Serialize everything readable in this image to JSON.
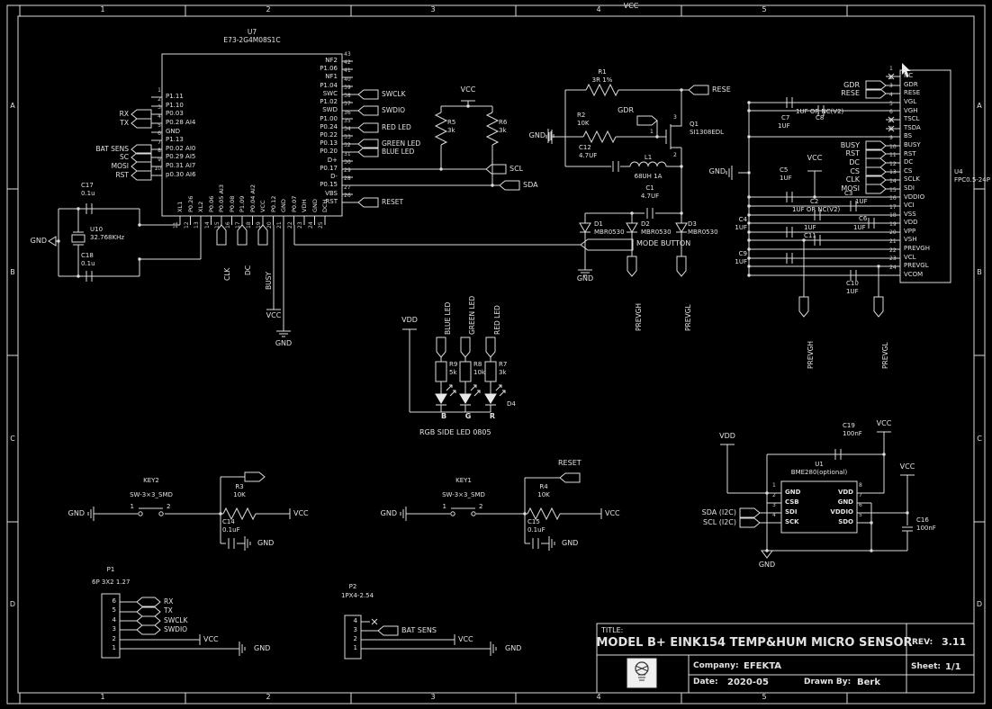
{
  "border": {
    "columns": [
      "1",
      "2",
      "3",
      "4",
      "5"
    ],
    "rows": [
      "A",
      "B",
      "C",
      "D"
    ],
    "top_power": "VCC"
  },
  "mcu": {
    "refdes": "U7",
    "value": "E73-2G4M08S1C",
    "left_pins": [
      {
        "num": "1",
        "name": "P1.11",
        "flag": ""
      },
      {
        "num": "2",
        "name": "P1.10",
        "flag": ""
      },
      {
        "num": "3",
        "name": "P0.03",
        "flag": "RX"
      },
      {
        "num": "4",
        "name": "P0.28 AI4",
        "flag": "TX"
      },
      {
        "num": "5",
        "name": "GND",
        "flag": ""
      },
      {
        "num": "6",
        "name": "P1.13",
        "flag": ""
      },
      {
        "num": "7",
        "name": "P0.02 AI0",
        "flag": "BAT SENS"
      },
      {
        "num": "8",
        "name": "P0.29 AI5",
        "flag": "SC"
      },
      {
        "num": "9",
        "name": "P0.31 AI7",
        "flag": "MOSI"
      },
      {
        "num": "10",
        "name": "p0.30 AI6",
        "flag": "RST"
      }
    ],
    "right_pins": [
      {
        "num": "43",
        "name": "NF2",
        "flag": ""
      },
      {
        "num": "42",
        "name": "P1.06",
        "flag": ""
      },
      {
        "num": "41",
        "name": "NF1",
        "flag": ""
      },
      {
        "num": "40",
        "name": "P1.04",
        "flag": ""
      },
      {
        "num": "39",
        "name": "SWC",
        "flag": "SWCLK"
      },
      {
        "num": "38",
        "name": "P1.02",
        "flag": ""
      },
      {
        "num": "37",
        "name": "SWD",
        "flag": "SWDIO"
      },
      {
        "num": "36",
        "name": "P1.00",
        "flag": ""
      },
      {
        "num": "35",
        "name": "P0.24",
        "flag": "RED LED"
      },
      {
        "num": "34",
        "name": "P0.22",
        "flag": ""
      },
      {
        "num": "33",
        "name": "P0.13",
        "flag": "GREEN LED"
      },
      {
        "num": "32",
        "name": "P0.20",
        "flag": "BLUE LED"
      },
      {
        "num": "31",
        "name": "D+",
        "flag": ""
      },
      {
        "num": "30",
        "name": "P0.17",
        "flag": ""
      },
      {
        "num": "29",
        "name": "D-",
        "flag": ""
      },
      {
        "num": "28",
        "name": "P0.15",
        "flag": ""
      },
      {
        "num": "27",
        "name": "VBS",
        "flag": ""
      },
      {
        "num": "26",
        "name": "RST",
        "flag": "RESET"
      }
    ],
    "bottom_pins": [
      {
        "num": "11",
        "name": "XL1"
      },
      {
        "num": "12",
        "name": "P0.26"
      },
      {
        "num": "13",
        "name": "XL2"
      },
      {
        "num": "14",
        "name": "P0.06"
      },
      {
        "num": "15",
        "name": "P0.05 AI3"
      },
      {
        "num": "16",
        "name": "P0.08"
      },
      {
        "num": "17",
        "name": "P1.09"
      },
      {
        "num": "18",
        "name": "P0.04 AI2"
      },
      {
        "num": "19",
        "name": "VCC"
      },
      {
        "num": "20",
        "name": "P0.12"
      },
      {
        "num": "21",
        "name": "GND"
      },
      {
        "num": "22",
        "name": "P0.07"
      },
      {
        "num": "23",
        "name": "VDH"
      },
      {
        "num": "24",
        "name": "GND"
      },
      {
        "num": "25",
        "name": "DCH"
      }
    ],
    "flag_clk": "CLK",
    "flag_dc": "DC",
    "flag_busy": "BUSY",
    "mode_button": "MODE BUTTON",
    "vcc": "VCC",
    "gnd": "GND"
  },
  "crystal": {
    "refdes": "U10",
    "value": "32.768KHz",
    "c17_ref": "C17",
    "c17_val": "0.1u",
    "c18_ref": "C18",
    "c18_val": "0.1u",
    "gnd": "GND"
  },
  "pullups": {
    "vcc": "VCC",
    "r5_ref": "R5",
    "r5_val": "3k",
    "r6_ref": "R6",
    "r6_val": "3k",
    "scl": "SCL",
    "sda": "SDA",
    "gnd": "GND"
  },
  "boost": {
    "r1_ref": "R1",
    "r1_val": "3R 1%",
    "r2_ref": "R2",
    "r2_val": "10K",
    "gdr": "GDR",
    "rese": "RESE",
    "q1_ref": "Q1",
    "q1_val": "SI1308EDL",
    "q1_pin_g": "1",
    "q1_pin_s": "2",
    "q1_pin_d": "3",
    "c12_ref": "C12",
    "c12_val": "4.7UF",
    "l1_ref": "L1",
    "l1_val": "68UH 1A",
    "c1_ref": "C1",
    "c1_val": "4.7UF",
    "d1_ref": "D1",
    "d1_val": "MBR0530",
    "d2_ref": "D2",
    "d2_val": "MBR0530",
    "d3_ref": "D3",
    "d3_val": "MBR0530",
    "gnd": "GND",
    "prevgh": "PREVGH",
    "prevgl": "PREVGL"
  },
  "epd": {
    "refdes": "U4",
    "value": "FPC0.5-24P",
    "pins": [
      {
        "num": "1",
        "name": "NC"
      },
      {
        "num": "2",
        "name": "GDR"
      },
      {
        "num": "3",
        "name": "RESE"
      },
      {
        "num": "4",
        "name": "VGL"
      },
      {
        "num": "5",
        "name": "VGH"
      },
      {
        "num": "6",
        "name": "TSCL"
      },
      {
        "num": "7",
        "name": "TSDA"
      },
      {
        "num": "8",
        "name": "BS"
      },
      {
        "num": "9",
        "name": "BUSY"
      },
      {
        "num": "10",
        "name": "RST"
      },
      {
        "num": "11",
        "name": "DC"
      },
      {
        "num": "12",
        "name": "CS"
      },
      {
        "num": "13",
        "name": "SCLK"
      },
      {
        "num": "14",
        "name": "SDI"
      },
      {
        "num": "15",
        "name": "VDDIO"
      },
      {
        "num": "16",
        "name": "VCI"
      },
      {
        "num": "17",
        "name": "VSS"
      },
      {
        "num": "18",
        "name": "VDD"
      },
      {
        "num": "19",
        "name": "VPP"
      },
      {
        "num": "20",
        "name": "VSH"
      },
      {
        "num": "21",
        "name": "PREVGH"
      },
      {
        "num": "22",
        "name": "VCL"
      },
      {
        "num": "23",
        "name": "PREVGL"
      },
      {
        "num": "24",
        "name": "VCOM"
      }
    ],
    "flag_gdr": "GDR",
    "flag_rese": "RESE",
    "flag_busy": "BUSY",
    "flag_rst": "RST",
    "flag_dc": "DC",
    "flag_cs": "CS",
    "flag_clk": "CLK",
    "flag_mosi": "MOSI",
    "c7_ref": "C7",
    "c7_val": "1UF",
    "c8_ref": "C8",
    "c8_val": "1UF OR NC(V2)",
    "c5_ref": "C5",
    "c5_val": "1UF",
    "c2_ref": "C2",
    "c2_val": "1UF OR NC(V2)",
    "c3_ref": "C3",
    "c3_val": "1UF",
    "c4_ref": "C4",
    "c4_val": "1UF",
    "c6_ref": "C6",
    "c6_val": "1UF",
    "c9_ref": "C9",
    "c9_val": "1UF",
    "c10_ref": "C10",
    "c10_val": "1UF",
    "c11_ref": "C11",
    "c11_val": "1UF",
    "vcc": "VCC",
    "gnd": "GND",
    "prevgh": "PREVGH",
    "prevgl": "PREVGL"
  },
  "rgb": {
    "vdd": "VDD",
    "flag_blue": "BLUE LED",
    "flag_green": "GREEN LED",
    "flag_red": "RED LED",
    "r9_ref": "R9",
    "r9_val": "5k",
    "r8_ref": "R8",
    "r8_val": "10k",
    "r7_ref": "R7",
    "r7_val": "3k",
    "d4_ref": "D4",
    "b": "B",
    "g": "G",
    "r": "R",
    "caption": "RGB SIDE LED 0805"
  },
  "bme": {
    "refdes": "U1",
    "value": "BME280(optional)",
    "left_pins": [
      {
        "num": "1",
        "name": "GND"
      },
      {
        "num": "2",
        "name": "CSB"
      },
      {
        "num": "3",
        "name": "SDI"
      },
      {
        "num": "4",
        "name": "SCK"
      }
    ],
    "right_pins": [
      {
        "num": "8",
        "name": "VDD"
      },
      {
        "num": "7",
        "name": "GND"
      },
      {
        "num": "6",
        "name": "VDDIO"
      },
      {
        "num": "5",
        "name": "SDO"
      }
    ],
    "sda": "SDA (I2C)",
    "scl": "SCL (I2C)",
    "c19_ref": "C19",
    "c19_val": "100nF",
    "c16_ref": "C16",
    "c16_val": "100nF",
    "vdd": "VDD",
    "vcc1": "VCC",
    "vcc2": "VCC",
    "gnd": "GND"
  },
  "key2": {
    "name": "KEY2",
    "value": "SW-3×3_SMD",
    "p1": "1",
    "p2": "2",
    "r_ref": "R3",
    "r_val": "10K",
    "c_ref": "C14",
    "c_val": "0.1uF",
    "gnd_left": "GND",
    "vcc": "VCC",
    "gnd_right": "GND"
  },
  "key1": {
    "name": "KEY1",
    "value": "SW-3×3_SMD",
    "p1": "1",
    "p2": "2",
    "r_ref": "R4",
    "r_val": "10K",
    "c_ref": "C15",
    "c_val": "0.1uF",
    "gnd_left": "GND",
    "vcc": "VCC",
    "gnd_right": "GND",
    "reset": "RESET"
  },
  "p1": {
    "refdes": "P1",
    "value": "6P 3X2 1.27",
    "pins": [
      "6",
      "5",
      "4",
      "3",
      "2",
      "1"
    ],
    "flags": [
      "RX",
      "TX",
      "SWCLK",
      "SWDIO"
    ],
    "vcc": "VCC",
    "gnd": "GND"
  },
  "p2": {
    "refdes": "P2",
    "value": "1PX4-2.54",
    "pins": [
      "4",
      "3",
      "2",
      "1"
    ],
    "bat_sens": "BAT SENS",
    "vcc": "VCC",
    "gnd": "GND"
  },
  "title_block": {
    "title_label": "TITLE:",
    "title": "MODEL B+ EINK154 TEMP&HUM MICRO SENSOR",
    "rev_label": "REV:",
    "rev": "3.11",
    "company_label": "Company:",
    "company": "EFEKTA",
    "sheet_label": "Sheet:",
    "sheet": "1/1",
    "date_label": "Date:",
    "date": "2020-05",
    "drawn_label": "Drawn By:",
    "drawn": "Berk"
  }
}
